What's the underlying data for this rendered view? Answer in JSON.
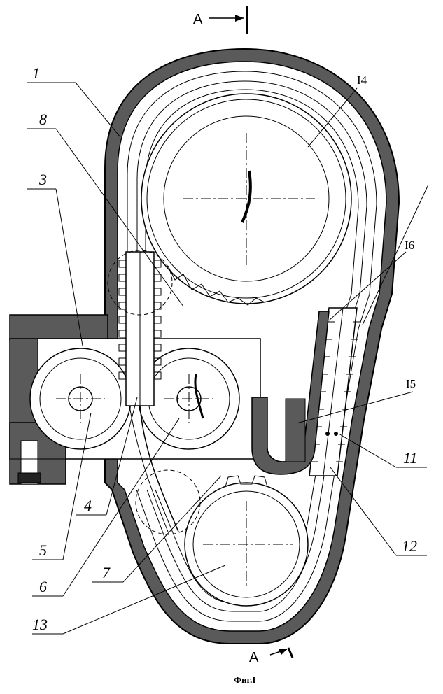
{
  "figure": {
    "caption": "Фиг.I",
    "section_marks": {
      "top": "A",
      "bottom": "A"
    },
    "callouts": [
      {
        "id": "1",
        "text": "1"
      },
      {
        "id": "8",
        "text": "8"
      },
      {
        "id": "3",
        "text": "3"
      },
      {
        "id": "4",
        "text": "4"
      },
      {
        "id": "5",
        "text": "5"
      },
      {
        "id": "6",
        "text": "6"
      },
      {
        "id": "7",
        "text": "7"
      },
      {
        "id": "11",
        "text": "11"
      },
      {
        "id": "12",
        "text": "12"
      },
      {
        "id": "13",
        "text": "13"
      },
      {
        "id": "14",
        "text": "I4"
      },
      {
        "id": "15",
        "text": "I5"
      },
      {
        "id": "16",
        "text": "I6"
      }
    ]
  }
}
